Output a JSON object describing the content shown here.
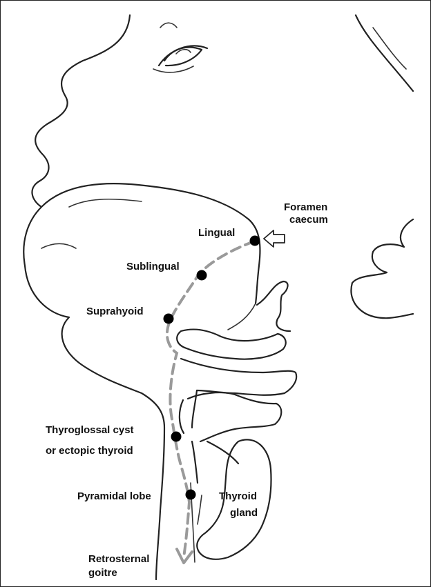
{
  "labels": {
    "foramen_caecum_line1": "Foramen",
    "foramen_caecum_line2": "caecum",
    "lingual": "Lingual",
    "sublingual": "Sublingual",
    "suprahyoid": "Suprahyoid",
    "thyroglossal_line1": "Thyroglossal cyst",
    "thyroglossal_line2": "or ectopic thyroid",
    "pyramidal_lobe": "Pyramidal lobe",
    "thyroid_gland_line1": "Thyroid",
    "thyroid_gland_line2": "gland",
    "retrosternal_line1": "Retrosternal",
    "retrosternal_line2": "goitre"
  },
  "colors": {
    "outline": "#222222",
    "descent_path": "#9a9a9a",
    "marker": "#000000"
  }
}
